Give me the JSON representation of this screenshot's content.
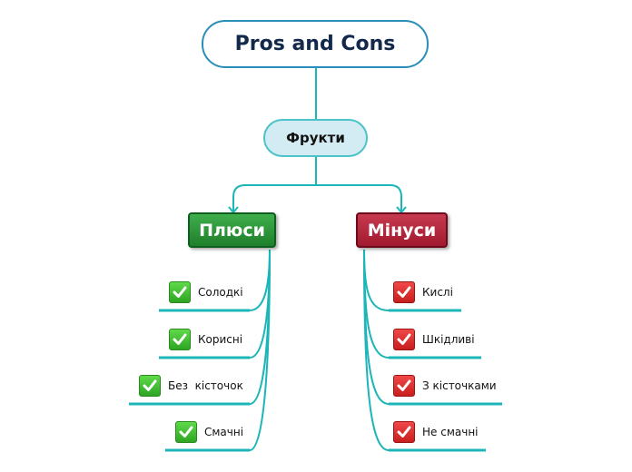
{
  "root": {
    "title": "Pros and Cons"
  },
  "topic": {
    "label": "Фрукти"
  },
  "pros": {
    "label": "Плюси",
    "color": "#2a8f38",
    "items": [
      "Солодкі",
      "Корисні",
      "Без  кісточок",
      "Смачні"
    ]
  },
  "cons": {
    "label": "Мінуси",
    "color": "#b3253a",
    "items": [
      "Кислі",
      "Шкідливі",
      "З кісточками",
      "Не смачні"
    ]
  },
  "connector_color": "#1cb5b8",
  "icons": {
    "pros": "green-check-icon",
    "cons": "red-check-icon"
  }
}
